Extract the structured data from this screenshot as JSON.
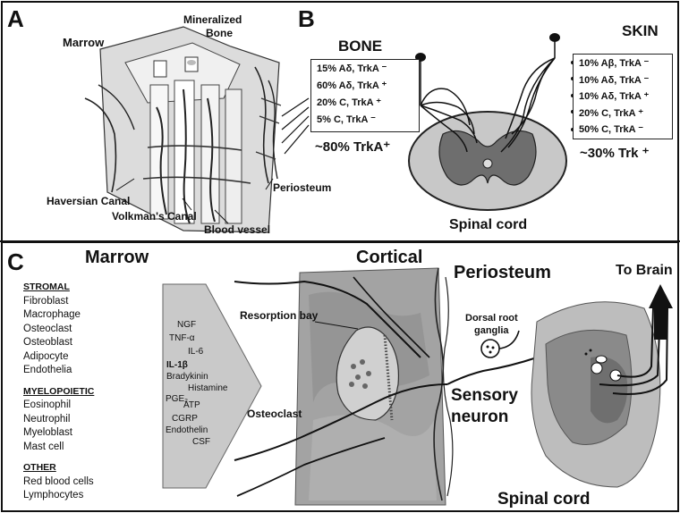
{
  "panels": {
    "a": "A",
    "b": "B",
    "c": "C"
  },
  "panel_a": {
    "marrow": "Marrow",
    "mineralized_bone_line1": "Mineralized",
    "mineralized_bone_line2": "Bone",
    "haversian_canal": "Haversian Canal",
    "volkmans_canal": "Volkman's Canal",
    "blood_vessel": "Blood vessel",
    "periosteum": "Periosteum"
  },
  "panel_b": {
    "bone_title": "BONE",
    "skin_title": "SKIN",
    "bone_rows": [
      "15% Aδ, TrkA ⁻",
      "60% Aδ, TrkA ⁺",
      "20% C,  TrkA ⁺",
      "5% C,  TrkA ⁻"
    ],
    "skin_rows": [
      "10% Aβ, TrkA ⁻",
      "10% Aδ, TrkA ⁻",
      "10% Aδ, TrkA ⁺",
      "20% C,   TrkA ⁺",
      "50% C,   TrkA ⁻"
    ],
    "bone_summary": "~80% TrkA⁺",
    "skin_summary": "~30% Trk ⁺",
    "spinal_cord": "Spinal cord"
  },
  "panel_c": {
    "marrow": "Marrow",
    "cortical": "Cortical",
    "periosteum": "Periosteum",
    "to_brain": "To Brain",
    "resorption_bay": "Resorption bay",
    "osteoclast": "Osteoclast",
    "dorsal_root_line1": "Dorsal root",
    "dorsal_root_line2": "ganglia",
    "sensory_line1": "Sensory",
    "sensory_line2": "neuron",
    "spinal_cord": "Spinal cord",
    "stromal_header": "STROMAL",
    "stromal_items": [
      "Fibroblast",
      "Macrophage",
      "Osteoclast",
      "Osteoblast",
      "Adipocyte",
      "Endothelia"
    ],
    "myelopoietic_header": "MYELOPOIETIC",
    "myelopoietic_items": [
      "Eosinophil",
      "Neutrophil",
      "Myeloblast",
      "Mast cell"
    ],
    "other_header": "OTHER",
    "other_items": [
      "Red blood cells",
      "Lymphocytes"
    ],
    "mediators": [
      "NGF",
      "TNF-α",
      "IL-6",
      "IL-1β",
      "Bradykinin",
      "Histamine",
      "PGE₂",
      "ATP",
      "CGRP",
      "Endothelin",
      "CSF"
    ]
  },
  "colors": {
    "frame": "#111111",
    "cord_dark": "#707070",
    "cord_grey": "#a9a9a9",
    "bone_gray": "#9a9a9a",
    "arrow_fill": "#c9c9c9"
  }
}
